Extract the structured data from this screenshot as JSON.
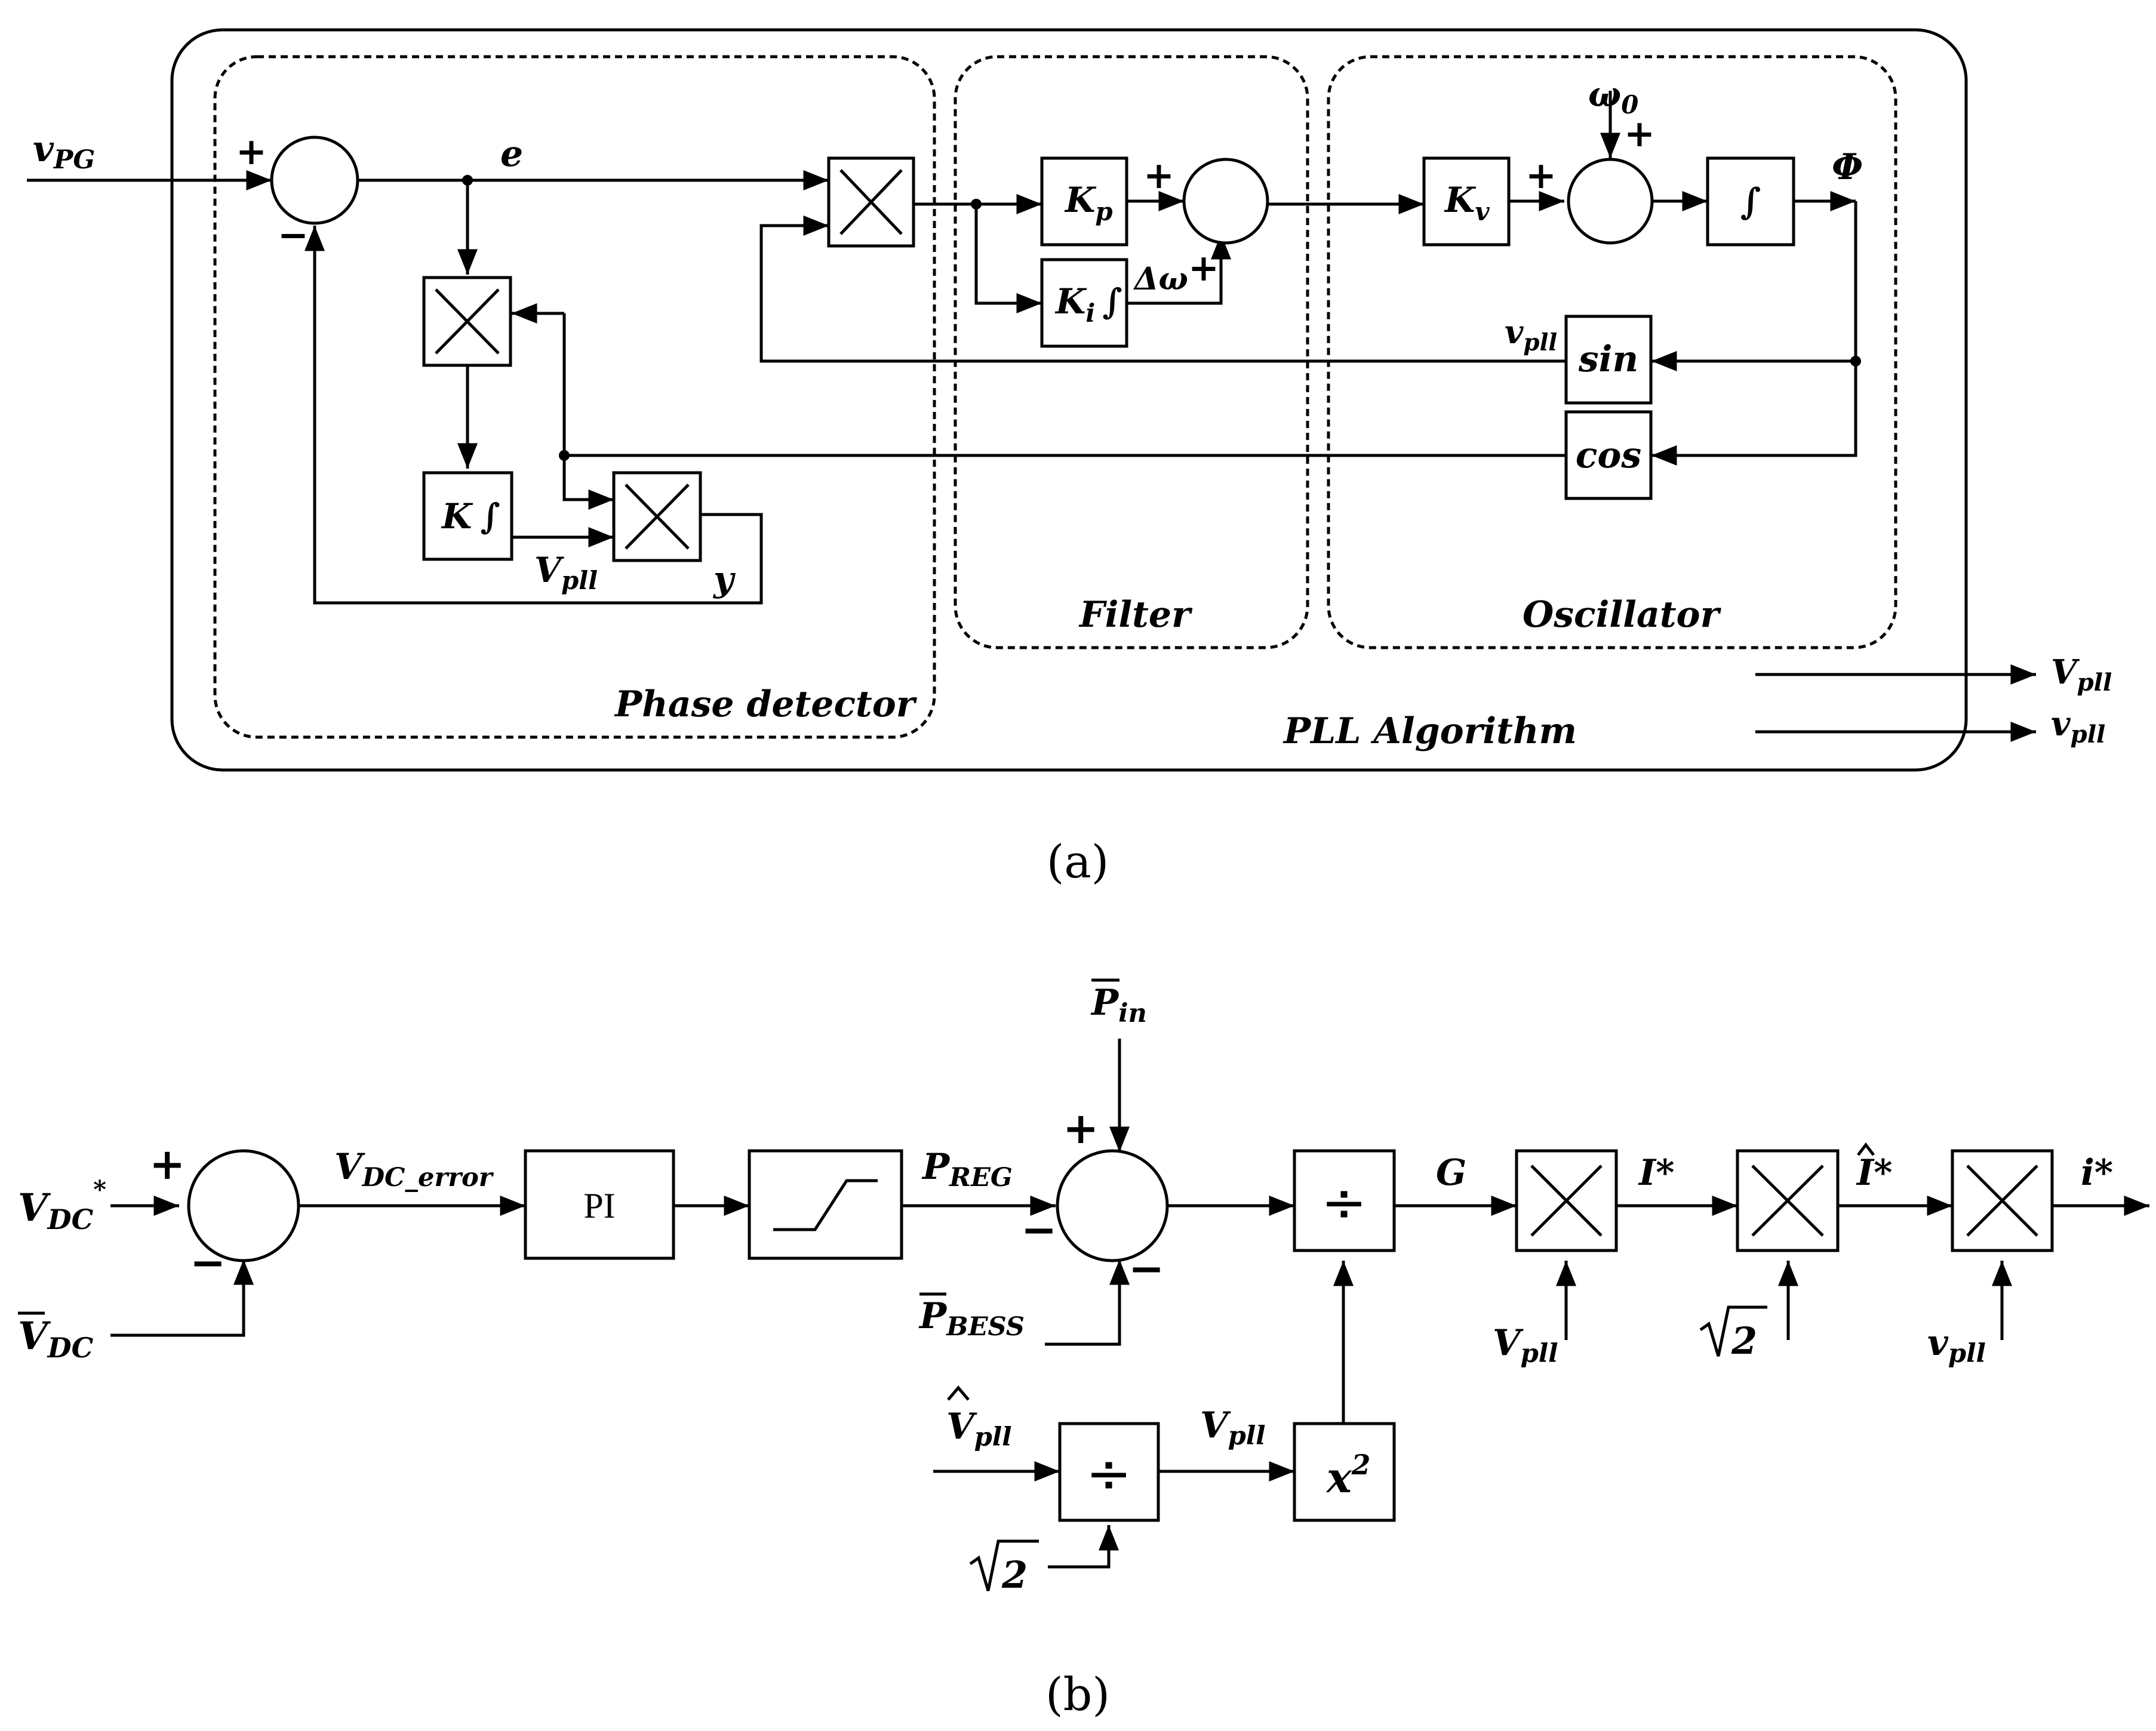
{
  "figure_a": {
    "caption": "(a)",
    "outer_label": "PLL Algorithm",
    "regions": {
      "phase_detector": "Phase detector",
      "filter": "Filter",
      "oscillator": "Oscillator"
    },
    "signals": {
      "input": "v",
      "input_sub": "PG",
      "e": "e",
      "omega0": "ω",
      "omega0_sub": "0",
      "phi": "Φ",
      "vpll_fb": "v",
      "vpll_fb_sub": "pll",
      "Vpll_int": "V",
      "Vpll_int_sub": "pll",
      "y": "y",
      "dw": "Δω",
      "out1": "V",
      "out1_sub": "pll",
      "out2": "v",
      "out2_sub": "pll"
    },
    "blocks": {
      "kp": "K",
      "kp_sub": "p",
      "ki": "K",
      "ki_sub": "i",
      "kv": "K",
      "kv_sub": "v",
      "k": "K",
      "int_sym": "∫",
      "sin": "sin",
      "cos": "cos"
    },
    "signs": {
      "plus": "+",
      "minus": "−"
    }
  },
  "figure_b": {
    "caption": "(b)",
    "signals": {
      "vdc_ref": "V",
      "vdc_ref_sub": "DC",
      "vdc_ref_sup": "*",
      "vdc_meas": "V",
      "vdc_meas_sub": "DC",
      "vdc_err": "V",
      "vdc_err_sub": "DC_error",
      "preg": "P",
      "preg_sub": "REG",
      "pin": "P",
      "pin_sub": "in",
      "pbess": "P",
      "pbess_sub": "BESS",
      "G": "G",
      "Istar": "I*",
      "Ihat": "I*",
      "istar": "i*",
      "Vpll_hat": "V",
      "Vpll_hat_sub": "pll",
      "Vpll": "V",
      "Vpll_sub": "pll",
      "Vpll_mult": "V",
      "Vpll_mult_sub": "pll",
      "vpll_mult": "v",
      "vpll_mult_sub": "pll",
      "sqrt2": "2"
    },
    "blocks": {
      "pi": "PI",
      "div": "÷",
      "x2": "x",
      "x2_sup": "2"
    },
    "signs": {
      "plus": "+",
      "minus": "−"
    }
  }
}
